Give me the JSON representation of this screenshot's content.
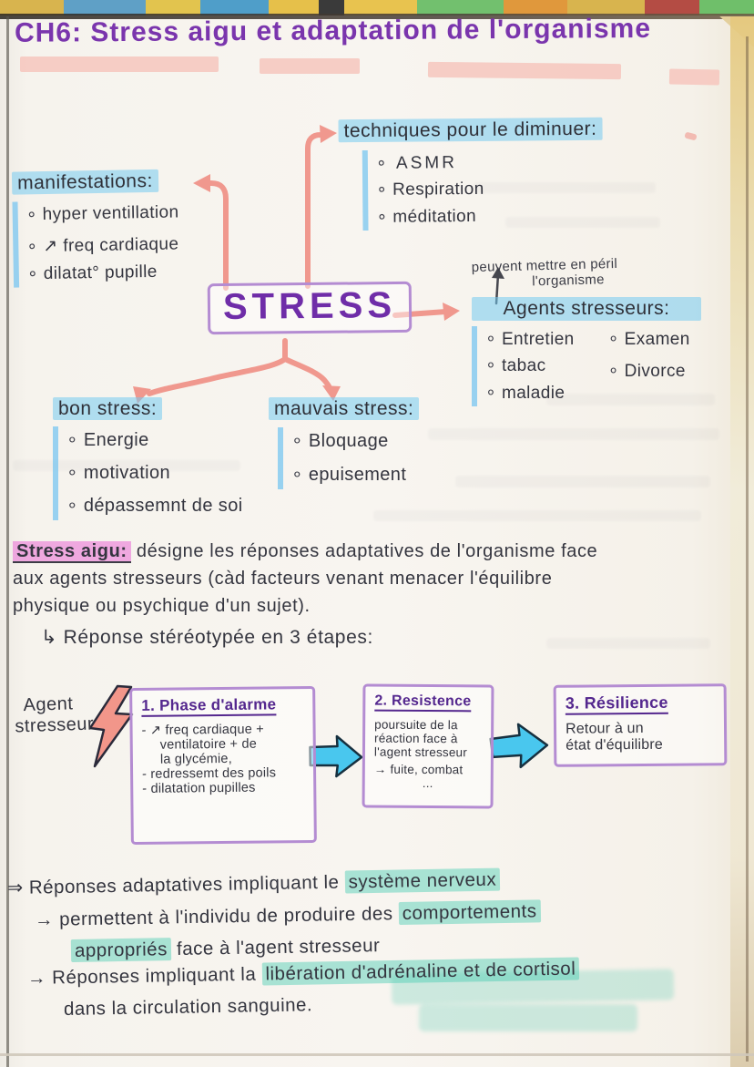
{
  "page": {
    "title": "CH6: Stress aigu et adaptation de l'organisme"
  },
  "map": {
    "stress_label": "STRESS",
    "techniques": {
      "label": "techniques pour le diminuer:",
      "items": [
        "ASMR",
        "Respiration",
        "méditation"
      ]
    },
    "manifestations": {
      "label": "manifestations:",
      "items": [
        "hyper ventillation",
        "↗ freq cardiaque",
        "dilatat° pupille"
      ]
    },
    "agents": {
      "note_line1": "peuvent mettre en péril",
      "note_line2": "l'organisme",
      "label": "Agents stresseurs:",
      "col1": [
        "Entretien",
        "tabac",
        "maladie"
      ],
      "col2": [
        "Examen",
        "Divorce"
      ]
    },
    "bon_stress": {
      "label": "bon stress:",
      "items": [
        "Energie",
        "motivation",
        "dépassemnt de soi"
      ]
    },
    "mauvais_stress": {
      "label": "mauvais stress:",
      "items": [
        "Bloquage",
        "epuisement"
      ]
    }
  },
  "definition": {
    "term": "Stress aigu:",
    "line1": "désigne les réponses adaptatives de l'organisme face",
    "line2": "aux agents stresseurs (càd facteurs venant menacer l'équilibre",
    "line3": "physique ou psychique d'un sujet).",
    "steps_intro": "↳ Réponse stéréotypée en 3 étapes:"
  },
  "phases": {
    "agent_label_line1": "Agent",
    "agent_label_line2": "stresseur",
    "boxes": [
      {
        "title": "1. Phase d'alarme",
        "lines": [
          "- ↗ freq cardiaque +",
          "ventilatoire + de",
          "la glycémie,",
          "- redressemt des poils",
          "- dilatation pupilles"
        ]
      },
      {
        "title": "2. Resistence",
        "lines": [
          "poursuite de la",
          "réaction face à",
          "l'agent stresseur",
          "→ fuite, combat",
          "..."
        ]
      },
      {
        "title": "3. Résilience",
        "lines": [
          "Retour à un",
          "état d'équilibre"
        ]
      }
    ]
  },
  "conclusions": {
    "line1_pre": "⇒ Réponses adaptatives impliquant le ",
    "line1_hl": "système nerveux",
    "line2_pre": "→ permettent à l'individu de produire des ",
    "line2_hl": "comportements",
    "line3_hl": "appropriés",
    "line3_post": " face à l'agent stresseur",
    "line4_pre": "→ Réponses impliquant la ",
    "line4_hl": "libération d'adrénaline et de cortisol",
    "line5": "dans la circulation sanguine."
  },
  "icons": {
    "agent_stressor": "lightning-bolt",
    "step_connector": "block-arrow-right",
    "map_links": "hand-drawn-arrows"
  },
  "colors": {
    "ink": "#34353f",
    "title_purple": "#7a35ad",
    "box_purple": "#b48cd2",
    "cyan_highlight": "#74cbf0",
    "teal_highlight": "#46cdb2",
    "pink_highlight": "#f6c6bd",
    "magenta_highlight": "#ea79d6",
    "arrow_pink": "#f0988e",
    "arrow_blue": "#49c7ee",
    "bolt_salmon": "#f2968a"
  }
}
